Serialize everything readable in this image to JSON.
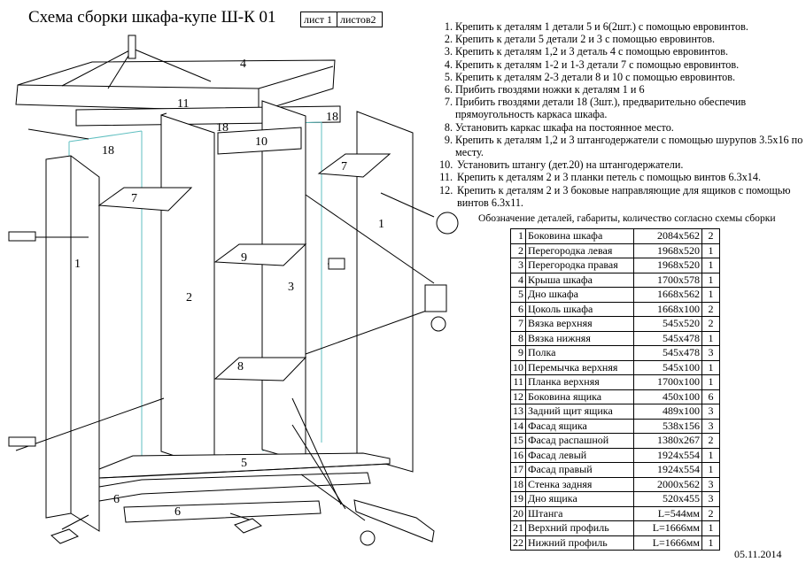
{
  "title": "Схема сборки шкафа-купе Ш-К 01",
  "sheet_label": "лист 1",
  "sheets_label": "листов2",
  "steps": [
    {
      "n": "1.",
      "text": "Крепить к деталям 1 детали 5 и 6(2шт.) с помощью евровинтов."
    },
    {
      "n": "2.",
      "text": "Крепить к детали 5 детали 2 и 3 с помощью евровинтов."
    },
    {
      "n": "3.",
      "text": "Крепить к деталям 1,2 и 3 деталь 4 с помощью евровинтов."
    },
    {
      "n": "4.",
      "text": "Крепить к деталям 1-2 и 1-3 детали 7 с помощью евровинтов."
    },
    {
      "n": "5.",
      "text": "Крепить к деталям 2-3 детали 8 и 10 с помощью евровинтов."
    },
    {
      "n": "6.",
      "text": "Прибить гвоздями ножки к деталям 1 и 6"
    },
    {
      "n": "7.",
      "text": "Прибить гвоздями детали 18 (3шт.), предварительно обеспечив прямоугольность каркаса шкафа."
    },
    {
      "n": "8.",
      "text": "Установить каркас шкафа на постоянное место."
    },
    {
      "n": "9.",
      "text": "Крепить к деталям 1,2 и 3 штангодержатели с помощью шурупов 3.5х16 по месту."
    },
    {
      "n": "10.",
      "text": "Установить штангу (дет.20) на штангодержатели."
    },
    {
      "n": "11.",
      "text": "Крепить к деталям 2 и 3 планки петель с помощью винтов 6.3х14."
    },
    {
      "n": "12.",
      "text": "Крепить к деталям 2 и 3 боковые направляющие для ящиков с помощью винтов 6.3х11."
    }
  ],
  "spec_note": "Обозначение деталей, габариты, количество согласно схемы сборки",
  "parts_table": [
    {
      "n": "1",
      "name": "Боковина шкафа",
      "dims": "2084х562",
      "qty": "2"
    },
    {
      "n": "2",
      "name": "Перегородка левая",
      "dims": "1968х520",
      "qty": "1"
    },
    {
      "n": "3",
      "name": "Перегородка правая",
      "dims": "1968х520",
      "qty": "1"
    },
    {
      "n": "4",
      "name": "Крыша шкафа",
      "dims": "1700х578",
      "qty": "1"
    },
    {
      "n": "5",
      "name": "Дно шкафа",
      "dims": "1668х562",
      "qty": "1"
    },
    {
      "n": "6",
      "name": "Цоколь шкафа",
      "dims": "1668х100",
      "qty": "2"
    },
    {
      "n": "7",
      "name": "Вязка верхняя",
      "dims": "545х520",
      "qty": "2"
    },
    {
      "n": "8",
      "name": "Вязка нижняя",
      "dims": "545х478",
      "qty": "1"
    },
    {
      "n": "9",
      "name": "Полка",
      "dims": "545х478",
      "qty": "3"
    },
    {
      "n": "10",
      "name": "Перемычка верхняя",
      "dims": "545х100",
      "qty": "1"
    },
    {
      "n": "11",
      "name": "Планка верхняя",
      "dims": "1700х100",
      "qty": "1"
    },
    {
      "n": "12",
      "name": "Боковина ящика",
      "dims": "450х100",
      "qty": "6"
    },
    {
      "n": "13",
      "name": "Задний щит ящика",
      "dims": "489х100",
      "qty": "3"
    },
    {
      "n": "14",
      "name": "Фасад ящика",
      "dims": "538х156",
      "qty": "3"
    },
    {
      "n": "15",
      "name": "Фасад распашной",
      "dims": "1380х267",
      "qty": "2"
    },
    {
      "n": "16",
      "name": "Фасад левый",
      "dims": "1924х554",
      "qty": "1"
    },
    {
      "n": "17",
      "name": "Фасад правый",
      "dims": "1924х554",
      "qty": "1"
    },
    {
      "n": "18",
      "name": "Стенка задняя",
      "dims": "2000х562",
      "qty": "3"
    },
    {
      "n": "19",
      "name": "Дно ящика",
      "dims": "520х455",
      "qty": "3"
    },
    {
      "n": "20",
      "name": "Штанга",
      "dims": "L=544мм",
      "qty": "2"
    },
    {
      "n": "21",
      "name": "Верхний профиль",
      "dims": "L=1666мм",
      "qty": "1"
    },
    {
      "n": "22",
      "name": "Нижний профиль",
      "dims": "L=1666мм",
      "qty": "1"
    }
  ],
  "date": "05.11.2014",
  "diagram_labels": {
    "l4": "4",
    "l11": "11",
    "l18a": "18",
    "l18b": "18",
    "l18c": "18",
    "l10": "10",
    "l7a": "7",
    "l7b": "7",
    "l1a": "1",
    "l1b": "1",
    "l2": "2",
    "l3": "3",
    "l9": "9",
    "l8": "8",
    "l5": "5",
    "l6a": "6",
    "l6b": "6"
  },
  "colors": {
    "line": "#000000",
    "guide": "#5fbfc0",
    "panel": "#ffffff"
  }
}
